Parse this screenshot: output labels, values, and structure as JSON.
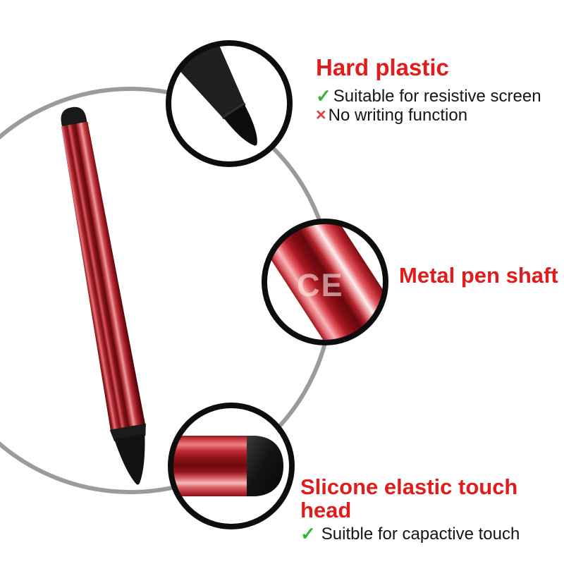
{
  "watermark": "CE",
  "icons": {
    "check": "✓",
    "cross": "×"
  },
  "callouts": {
    "hard_plastic": {
      "title": "Hard plastic",
      "features": [
        {
          "icon": "check",
          "text": "Suitable for resistive screen"
        },
        {
          "icon": "cross",
          "text": "No writing function"
        }
      ]
    },
    "metal_shaft": {
      "title": "Metal pen shaft",
      "features": []
    },
    "touch_head": {
      "title": "Slicone elastic touch head",
      "features": [
        {
          "icon": "check",
          "text": "Suitble for capactive touch"
        }
      ]
    }
  },
  "colors": {
    "accent_red": "#e21b1b",
    "check_green": "#35b535",
    "cross_red": "#e04040",
    "pen_red_dark": "#6f0a10",
    "pen_red_bright": "#e8858a",
    "ring_black": "#0d0d0d",
    "guide_gray": "#9b9b9b",
    "background": "#ffffff"
  }
}
